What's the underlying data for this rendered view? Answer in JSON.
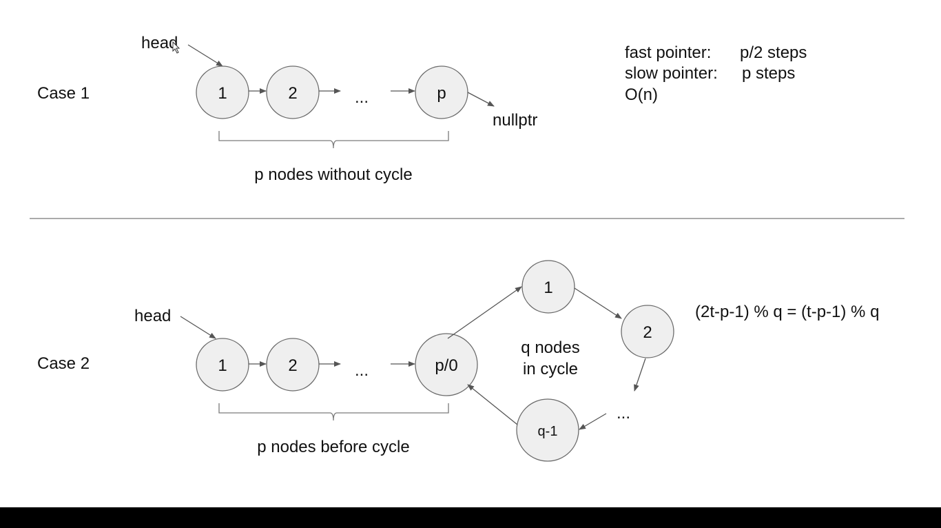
{
  "case1": {
    "title": "Case 1",
    "head_label": "head",
    "nodes": [
      "1",
      "2",
      "p"
    ],
    "ellipsis": "...",
    "null_label": "nullptr",
    "brace_label": "p nodes without cycle",
    "notes": {
      "fast_label": "fast pointer:",
      "fast_value": "p/2 steps",
      "slow_label": "slow pointer:",
      "slow_value": "p steps",
      "complexity": "O(n)"
    }
  },
  "case2": {
    "title": "Case 2",
    "head_label": "head",
    "nodes": [
      "1",
      "2",
      "p/0"
    ],
    "ellipsis": "...",
    "brace_label": "p nodes before cycle",
    "cycle_nodes": [
      "1",
      "2",
      "q-1"
    ],
    "cycle_ellipsis": "...",
    "cycle_label_line1": "q nodes",
    "cycle_label_line2": "in cycle",
    "formula": "(2t-p-1) % q = (t-p-1) % q"
  },
  "colors": {
    "node_fill": "#efefef",
    "node_stroke": "#6b6b6b",
    "background": "#ffffff",
    "frame": "#000000"
  }
}
